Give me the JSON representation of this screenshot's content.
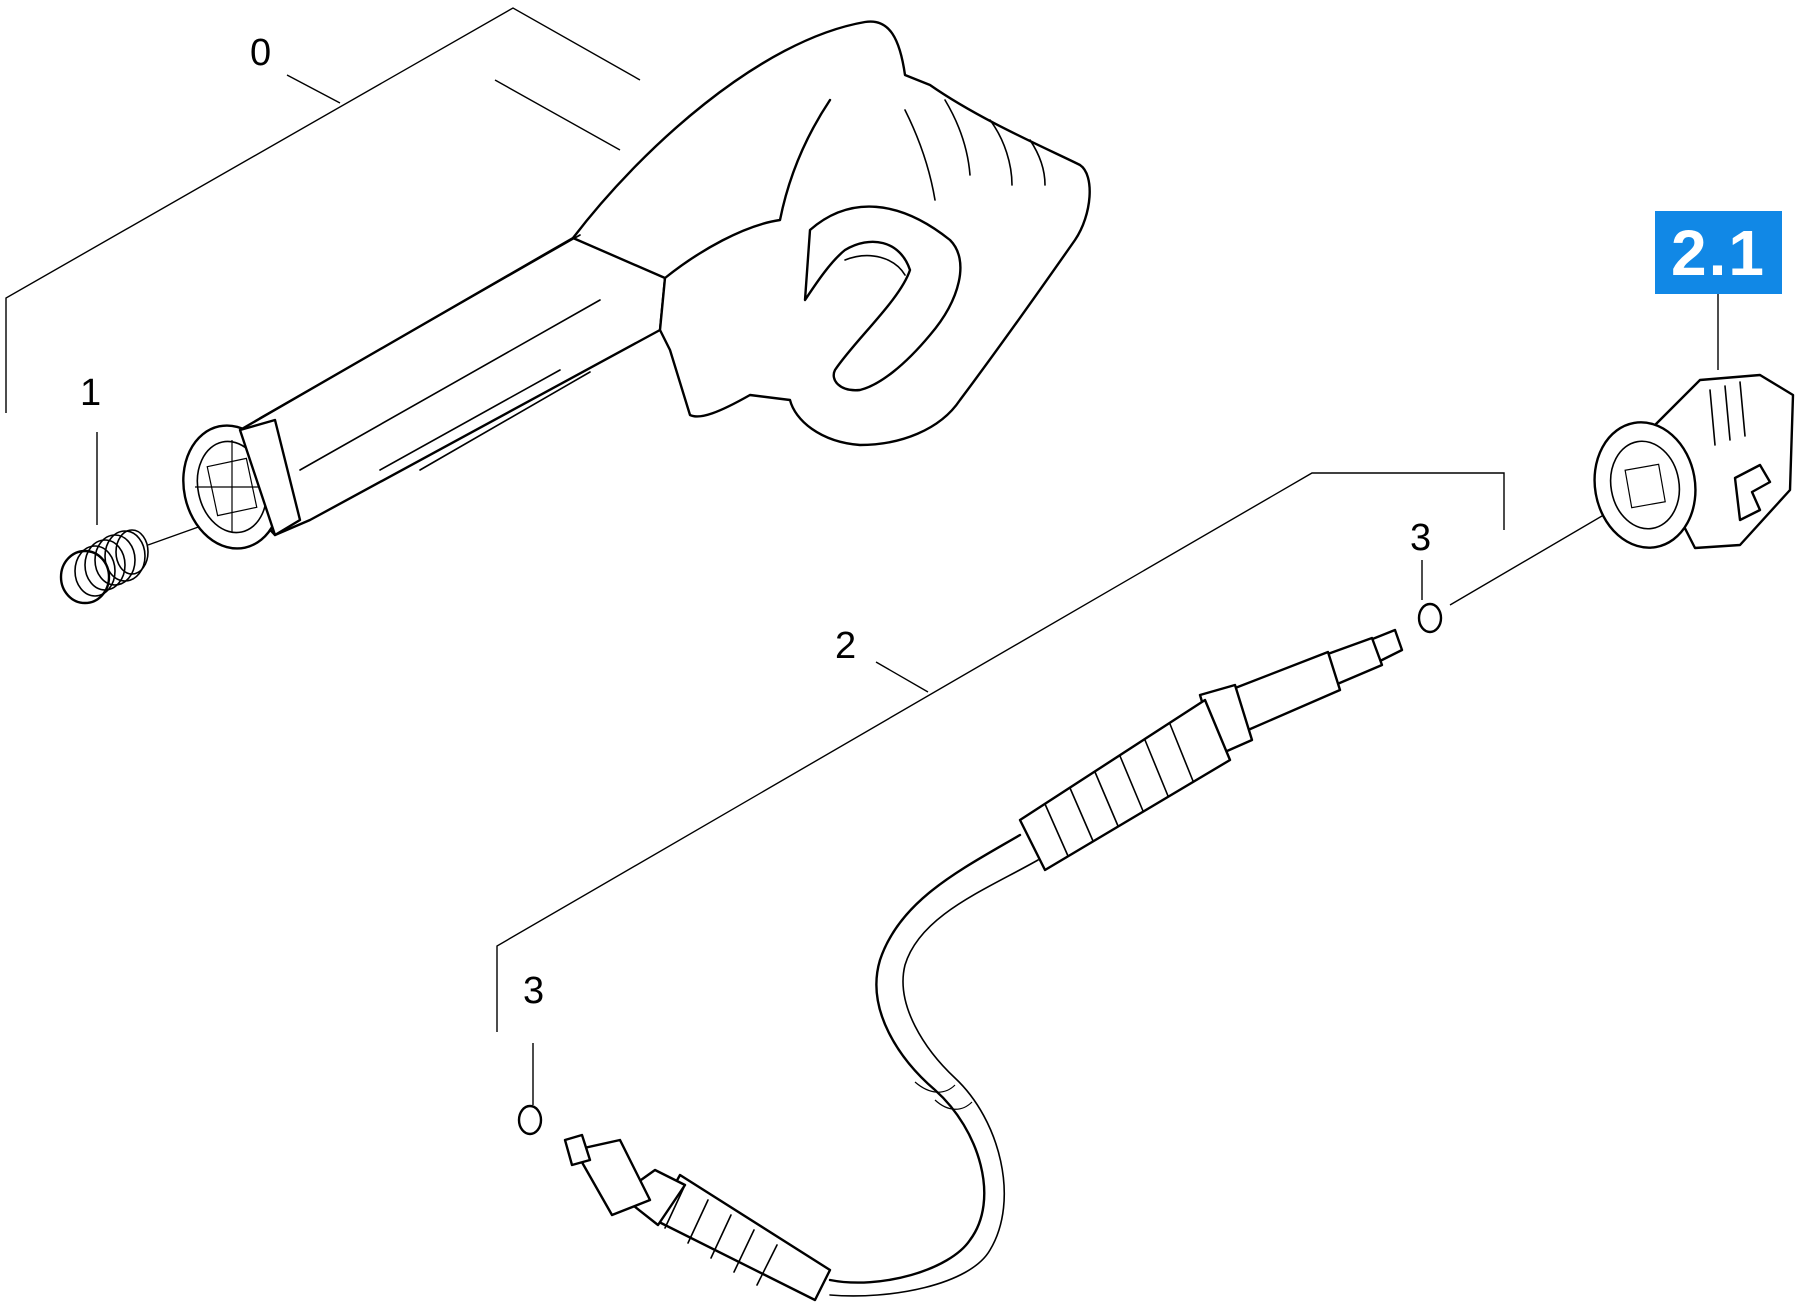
{
  "callouts": {
    "c0": "0",
    "c1": "1",
    "c2": "2",
    "c3_right": "3",
    "c3_left": "3",
    "c2_1": "2.1"
  },
  "colors": {
    "highlight": "#1188e6",
    "line": "#000000",
    "background": "#ffffff"
  },
  "icons": [
    "trigger-gun",
    "spring",
    "hose",
    "o-ring",
    "coupling-nut"
  ]
}
